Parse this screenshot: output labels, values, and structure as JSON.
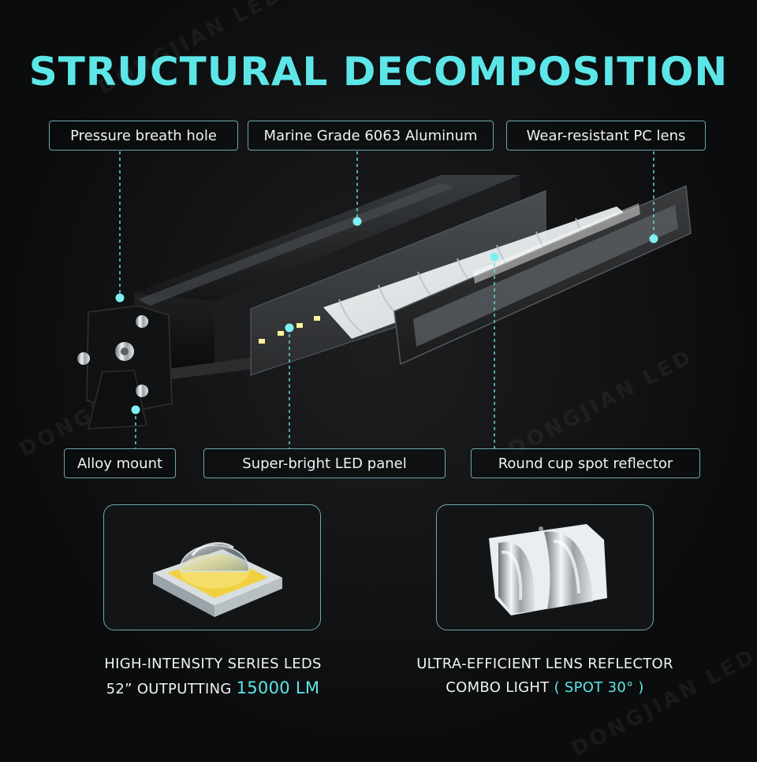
{
  "title": "STRUCTURAL DECOMPOSITION",
  "watermark": "DONGJIAN LED",
  "callouts": {
    "pressure_hole": "Pressure breath hole",
    "aluminum": "Marine Grade 6063 Aluminum",
    "pc_lens": "Wear-resistant PC lens",
    "alloy_mount": "Alloy mount",
    "led_panel": "Super-bright LED panel",
    "reflector": "Round cup spot reflector"
  },
  "features": {
    "leds": {
      "line1": "HIGH-INTENSITY SERIES LEDS",
      "line2_prefix": "52” OUTPUTTING ",
      "line2_value": "15000 LM"
    },
    "reflector": {
      "line1": "ULTRA-EFFICIENT LENS REFLECTOR",
      "line2_prefix": "COMBO LIGHT ",
      "line2_value": "( SPOT 30° )"
    }
  },
  "colors": {
    "accent": "#5de6e8",
    "border": "#6fa6ad",
    "background": "#0b0c0d"
  }
}
